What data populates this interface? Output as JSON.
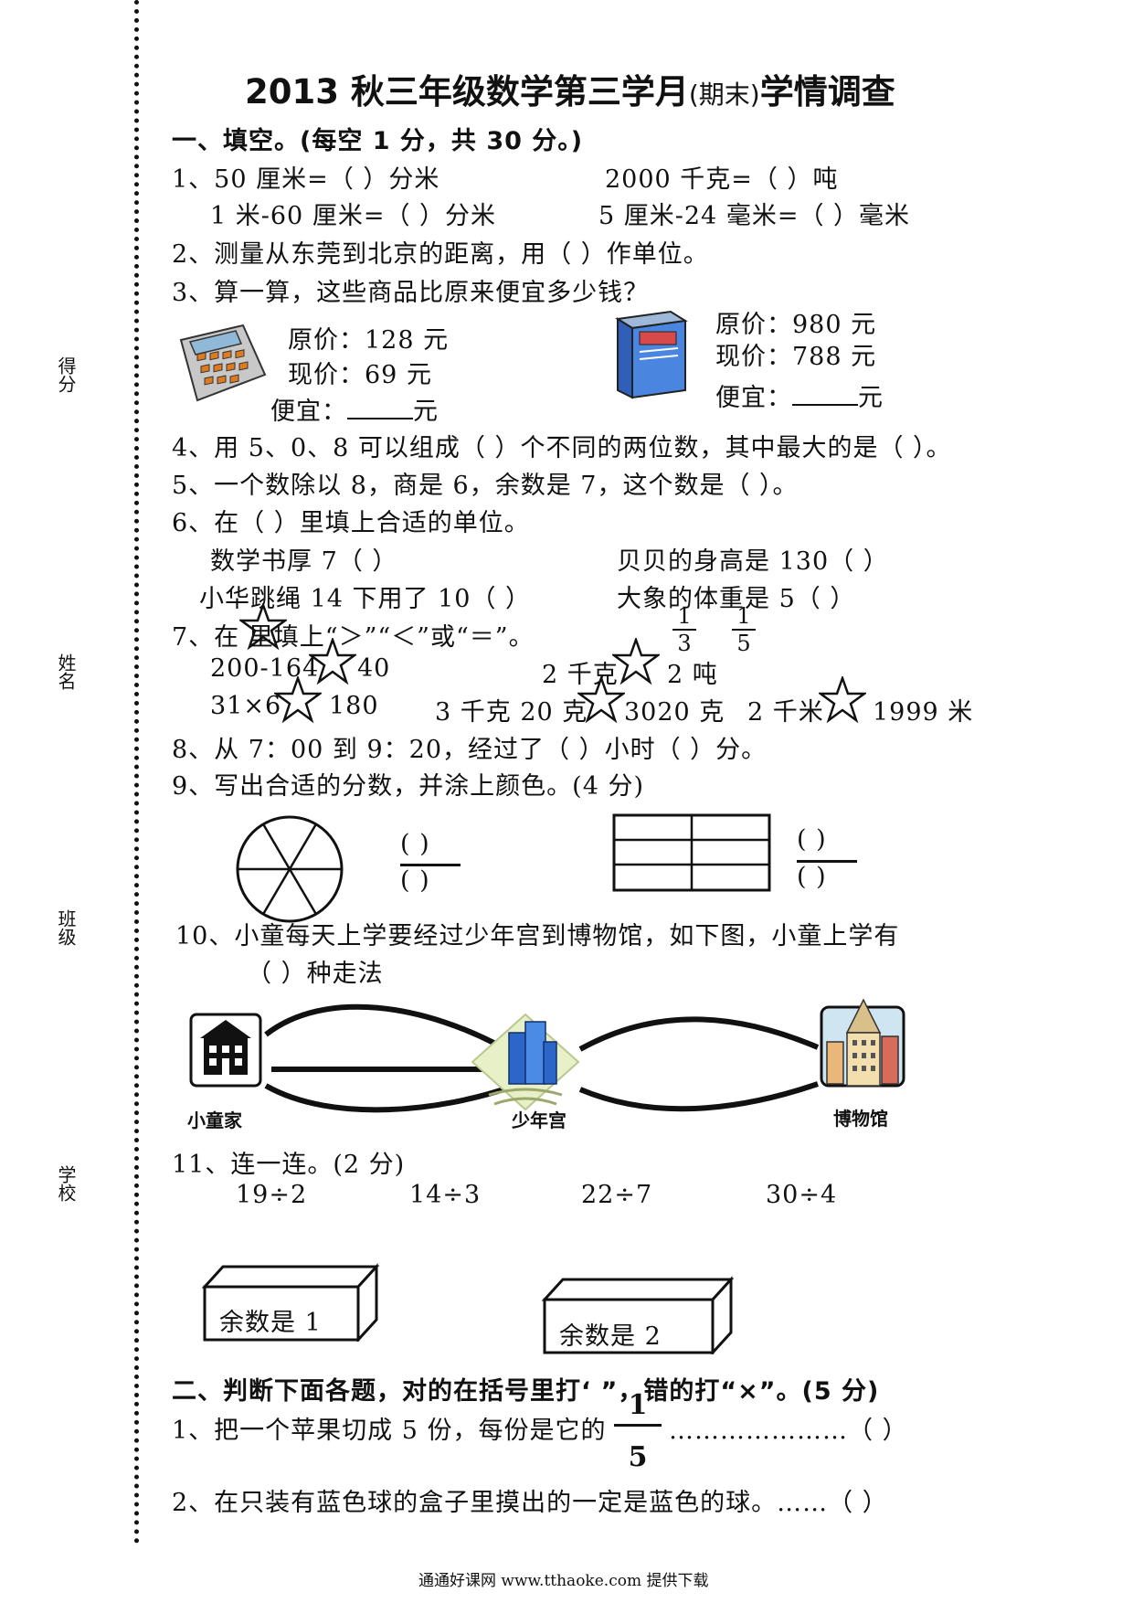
{
  "title": {
    "main1": "2013 秋三年级数学第三学月",
    "paren": "(期末)",
    "main2": "学情调查"
  },
  "side_labels": [
    "得分",
    "姓名",
    "班级",
    "学校"
  ],
  "section1": {
    "heading": "一、填空。(每空 1 分，共 30 分。)"
  },
  "q1": {
    "a": "1、50 厘米=（   ）分米",
    "b": "2000 千克=（        ）吨",
    "c": "1 米-60 厘米=（    ）分米",
    "d": "5 厘米-24 毫米=（      ）毫米"
  },
  "q2": "2、测量从东莞到北京的距离，用（     ）作单位。",
  "q3": {
    "text": "3、算一算，这些商品比原来便宜多少钱？",
    "calc_original": "原价：128 元",
    "calc_now": "现价：69 元",
    "calc_cheaper": "便宜：",
    "box_original": "原价：980 元",
    "box_now": "现价：788 元",
    "box_cheaper": "便宜：",
    "yuan": "元"
  },
  "q4": "4、用 5、0、8 可以组成（     ）个不同的两位数，其中最大的是（     ）。",
  "q5": "5、一个数除以 8，商是 6，余数是 7，这个数是（       ）。",
  "q6": {
    "text": "6、在（    ）里填上合适的单位。",
    "a": "数学书厚 7（    ）",
    "b": "贝贝的身高是 130（      ）",
    "c": "小华跳绳 14 下用了 10（      ）",
    "d": "大象的体重是 5（      ）"
  },
  "q7": {
    "text": "7、在       里填上“＞”“＜”或“＝”。",
    "frac1_n": "1",
    "frac1_d": "3",
    "frac2_n": "1",
    "frac2_d": "5",
    "a1": "200-164",
    "a2": "40",
    "b1": "2 千克",
    "b2": "2 吨",
    "c1": "31×6",
    "c2": "180",
    "d1": "3 千克 20 克",
    "d2": "3020 克",
    "e1": "2 千米",
    "e2": "1999 米"
  },
  "q8": "8、从 7：00 到 9：20，经过了（     ）小时（       ）分。",
  "q9": {
    "text": "9、写出合适的分数，并涂上颜色。(4 分)",
    "paren": "(    )"
  },
  "q10": {
    "text1": "10、小童每天上学要经过少年宫到博物馆，如下图，小童上学有",
    "text2": "（      ）种走法",
    "home": "小童家",
    "palace": "少年宫",
    "museum": "博物馆"
  },
  "q11": {
    "text": "11、连一连。(2 分)",
    "e1": "19÷2",
    "e2": "14÷3",
    "e3": "22÷7",
    "e4": "30÷4",
    "box1": "余数是 1",
    "box2": "余数是 2"
  },
  "section2": {
    "heading": "二、判断下面各题，对的在括号里打‘      ”，错的打“×”。(5 分)"
  },
  "j1": {
    "text": "1、把一个苹果切成 5 份，每份是它的",
    "frac_n": "1",
    "frac_d": "5",
    "tail": "…………………（      ）"
  },
  "j2": "2、在只装有蓝色球的盒子里摸出的一定是蓝色的球。……（      ）",
  "footer": "通通好课网  www.tthaoke.com  提供下载"
}
